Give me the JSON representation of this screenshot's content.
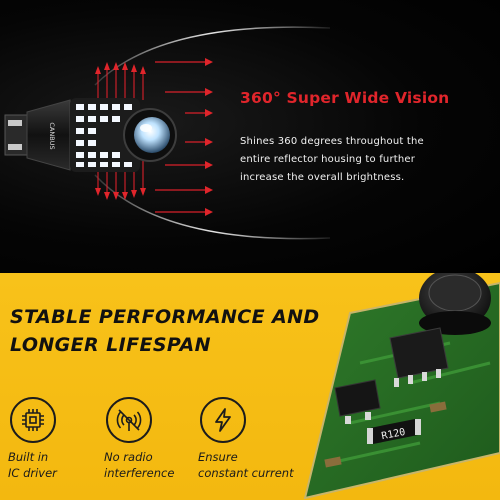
{
  "vision": {
    "headline": "360° Super Wide Vision",
    "description_lines": [
      "Shines 360 degrees throughout the",
      "entire reflector housing to further",
      "increase the overall brightness."
    ],
    "bulb_marking": "CANBUS",
    "accent_color": "#e0252b"
  },
  "performance": {
    "title_lines": [
      "STABLE PERFORMANCE AND",
      "LONGER LIFESPAN"
    ],
    "chip_marking": "R120",
    "background_color": "#f5bb12",
    "features": [
      {
        "icon": "chip-icon",
        "label_lines": [
          "Built in",
          "IC driver"
        ]
      },
      {
        "icon": "no-radio-icon",
        "label_lines": [
          "No radio",
          "interference"
        ]
      },
      {
        "icon": "lightning-icon",
        "label_lines": [
          "Ensure",
          "constant current"
        ]
      }
    ]
  }
}
